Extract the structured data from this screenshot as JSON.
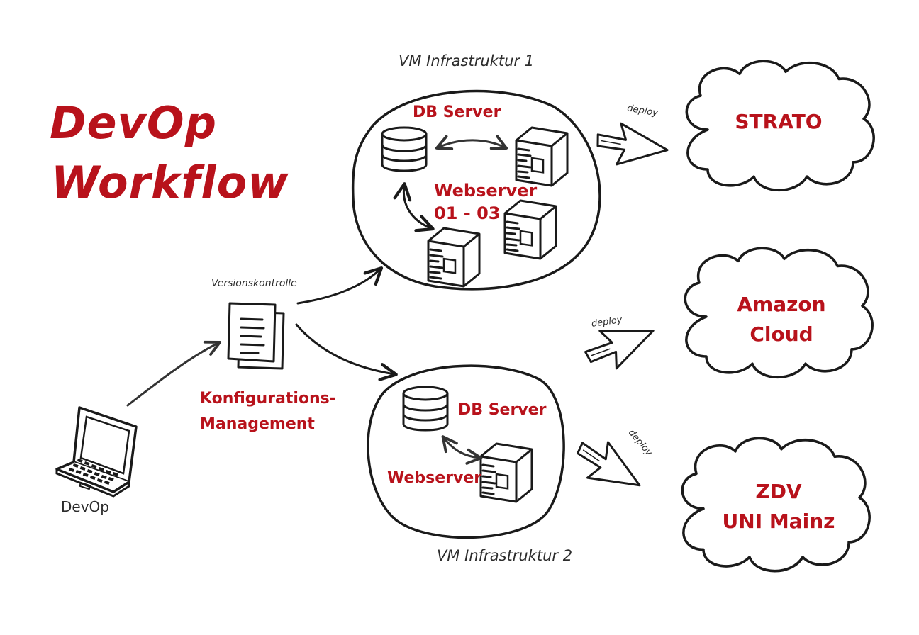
{
  "title": {
    "line1": "DevOp",
    "line2": "Workflow"
  },
  "devop": {
    "label": "DevOp"
  },
  "versionskontrolle": {
    "label": "Versionskontrolle"
  },
  "konfiguration": {
    "line1": "Konfigurations-",
    "line2": "Management"
  },
  "infra1": {
    "label": "VM Infrastruktur 1",
    "db_label": "DB Server",
    "web_line1": "Webserver",
    "web_line2": "01 - 03"
  },
  "infra2": {
    "label": "VM Infrastruktur 2",
    "db_label": "DB Server",
    "web_label": "Webserver"
  },
  "deploys": [
    "deploy",
    "deploy",
    "deploy"
  ],
  "clouds": {
    "strato": "STRATO",
    "amazon_line1": "Amazon",
    "amazon_line2": "Cloud",
    "zdv_line1": "ZDV",
    "zdv_line2": "UNI Mainz"
  },
  "colors": {
    "accent_red": "#b8121b",
    "ink": "#1a1a1a"
  }
}
